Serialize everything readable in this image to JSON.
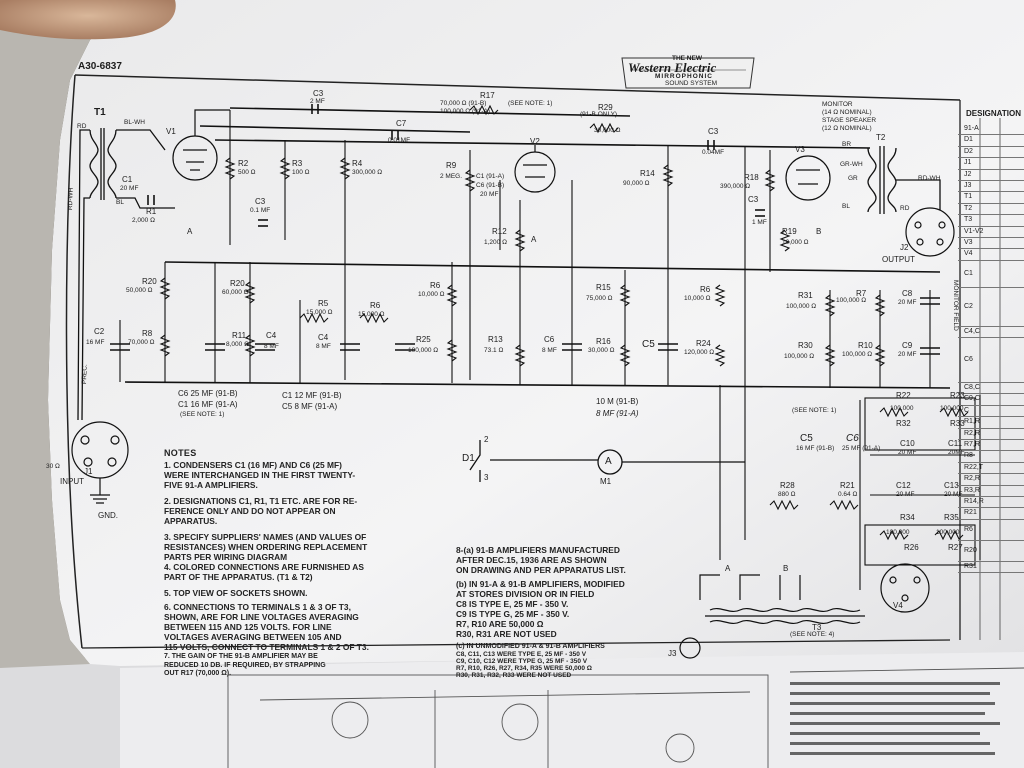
{
  "doc": {
    "drawing_number": "A30-6837",
    "logo": {
      "line1": "THE NEW",
      "line2": "Western Electric",
      "line3": "MIRROPHONIC",
      "line4": "SOUND SYSTEM"
    },
    "table_header": "DESIGNATION",
    "table_rows": [
      "91-A",
      "D1",
      "D2",
      "J1",
      "J2",
      "J3",
      "T1",
      "T2",
      "T3",
      "V1-V2",
      "V3",
      "V4",
      "C1",
      "C2",
      "C4,C",
      "C6",
      "C8,C",
      "C9,C",
      "C",
      "R1,R",
      "R2,R",
      "R7,R",
      "R8",
      "R22,T",
      "R2,R",
      "R3,R",
      "R14,R",
      "R21",
      "R6",
      "R20",
      "R31"
    ]
  },
  "components": {
    "T1": "T1",
    "RD": "RD",
    "BL_WH": "BL-WH",
    "BL": "BL",
    "RD_WH": "RD-WH",
    "V1": "V1",
    "V2": "V2",
    "V3": "V3",
    "V4": "V4",
    "C1": "C1",
    "C1_val": "20 MF",
    "R1": "R1",
    "R1_val": "2,000 Ω",
    "C3_top": "C3",
    "C3_top_val": "2 MF",
    "R2": "R2",
    "R2_val": "500 Ω",
    "R3": "R3",
    "R3_val": "100 Ω",
    "C3b": "C3",
    "C3b_val": "0.1 MF",
    "C7": "C7",
    "C7_val": "0.01MF",
    "R4": "R4",
    "R4_val": "300,000 Ω",
    "R17": "R17",
    "R17_val1": "70,000 Ω (91-B)",
    "R17_val2": "100,000 Ω (91-A)",
    "R17_note": "(SEE NOTE: 1)",
    "R9": "R9",
    "R9_val": "2 MEG.",
    "C1b": "C1 (91-A)",
    "C6b": "C6 (91-B)",
    "C_val": "20 MF",
    "R29": "R29",
    "R29_note": "(91-B ONLY)",
    "R29_val": "30,000 Ω",
    "C3c": "C3",
    "C3c_val": "0.04MF",
    "R14": "R14",
    "R14_val": "90,000 Ω",
    "R18": "R18",
    "R18_val": "390,000 Ω",
    "C3d": "C3",
    "C3d_val": "1 MF",
    "R19": "R19",
    "R19_val": "10,000 Ω",
    "R12": "R12",
    "R12_val": "1,200 Ω",
    "A": "A",
    "B": "B",
    "monitor": "MONITOR",
    "monitor_ohms": "(14 Ω NOMINAL)",
    "stage_speaker": "STAGE SPEAKER",
    "stage_ohms": "(12 Ω NOMINAL)",
    "T2": "T2",
    "GR": "GR",
    "BR": "BR",
    "GR_WH": "GR-WH",
    "RD_WH2": "RD-WH",
    "BL2": "BL",
    "RD2": "RD",
    "J2": "J2",
    "output": "OUTPUT",
    "monitor_field": "MONITOR FIELD",
    "R20": "R20",
    "R20_val": "50,000 Ω",
    "R20b": "R20",
    "R20b_val": "60,000 Ω",
    "R5": "R5",
    "R5_val": "15,000 Ω",
    "R6a": "R6",
    "R6a_val": "15,000 Ω",
    "R6": "R6",
    "R6_val": "10,000 Ω",
    "R15": "R15",
    "R15_val": "75,000 Ω",
    "R6c": "R6",
    "R6c_val": "10,000 Ω",
    "R31": "R31",
    "R31_val": "100,000 Ω",
    "R7": "R7",
    "R7_val": "100,000 Ω",
    "C8": "C8",
    "C8_val": "20 MF",
    "C2": "C2",
    "C2_val": "16 MF",
    "R8": "R8",
    "R8_val": "70,000 Ω",
    "R11": "R11",
    "R11_val": "8,000 Ω",
    "C4": "C4",
    "C4_val": "8 MF",
    "C4b": "C4",
    "C4b_val": "8 MF",
    "R25": "R25",
    "R25_val": "100,000 Ω",
    "R13": "R13",
    "R13_val": "73.1 Ω",
    "C6": "C6",
    "C6_val": "8 MF",
    "R16": "R16",
    "R16_val": "30,000 Ω",
    "C5": "C5",
    "R24": "R24",
    "R24_val": "120,000 Ω",
    "R30": "R30",
    "R30_val": "100,000 Ω",
    "R10": "R10",
    "R10_val": "100,000 Ω",
    "C9": "C9",
    "C9_val": "20 MF",
    "C6_note1": "C6 25 MF (91-B)",
    "C6_note2": "C1 16 MF (91-A)",
    "C6_note3": "(SEE NOTE: 1)",
    "C1_note1": "C1 12 MF (91-B)",
    "C1_note2": "C5 8 MF (91-A)",
    "C5_note1": "10 M (91-B)",
    "C5_note2": "8 MF (91-A)",
    "R22": "R22",
    "R22_val": "100,000",
    "R23": "R23",
    "R23_val": "100,000",
    "R32": "R32",
    "R33": "R33",
    "C10": "C10",
    "C10_val": "20 MF",
    "C11": "C11",
    "C11_val": "20MF",
    "C5b": "C5",
    "C5b_val": "16 MF (91-B)",
    "C6c": "C6",
    "C6c_val": "25 MF (91-A)",
    "see_note": "(SEE NOTE: 1)",
    "R28": "R28",
    "R28_val": "880 Ω",
    "R21": "R21",
    "R21_val": "0.64 Ω",
    "C12": "C12",
    "C12_val": "20 MF",
    "C13": "C13",
    "C13_val": "20 MF",
    "R34": "R34",
    "R34_val": "100,000",
    "R26": "R26",
    "R35": "R35",
    "R35_val": "100,000",
    "R27": "R27",
    "J1": "J1",
    "input": "INPUT",
    "gnd": "GND.",
    "prec": "PREC.",
    "ohms30": "30 Ω",
    "D1": "D1",
    "M1": "M1",
    "meter": "A",
    "sw2": "2",
    "sw3": "3",
    "T3": "T3",
    "T3_note": "(SEE NOTE: 4)",
    "J3": "J3",
    "A2": "A",
    "B2": "B"
  },
  "notes": {
    "title": "NOTES",
    "n1": [
      "1.  CONDENSERS C1 (16 MF) AND C6 (25 MF)",
      "     WERE INTERCHANGED IN THE FIRST TWENTY-",
      "     FIVE 91-A AMPLIFIERS."
    ],
    "n2": [
      "2.  DESIGNATIONS C1, R1, T1 ETC. ARE FOR RE-",
      "     FERENCE ONLY AND DO NOT APPEAR ON",
      "     APPARATUS."
    ],
    "n3": [
      "3.  SPECIFY SUPPLIERS' NAMES (AND VALUES OF",
      "     RESISTANCES) WHEN ORDERING REPLACEMENT",
      "     PARTS PER WIRING DIAGRAM"
    ],
    "n4": [
      "4.  COLORED CONNECTIONS ARE FURNISHED AS",
      "     PART OF THE APPARATUS. (T1 & T2)"
    ],
    "n5": [
      "5.  TOP VIEW OF SOCKETS SHOWN."
    ],
    "n6": [
      "6.  CONNECTIONS TO TERMINALS 1 & 3 OF T3,",
      "     SHOWN, ARE FOR LINE VOLTAGES AVERAGING",
      "     BETWEEN 115 AND 125 VOLTS. FOR LINE",
      "     VOLTAGES AVERAGING BETWEEN 105 AND",
      "     115 VOLTS, CONNECT TO TERMINALS 1 & 2 OF T3."
    ],
    "n7": [
      "7.  THE GAIN OF THE 91-B AMPLIFIER MAY BE",
      "     REDUCED 10 DB. IF REQUIRED, BY STRAPPING",
      "     OUT R17 (70,000 Ω)."
    ],
    "n8a": [
      "8-(a)  91-B AMPLIFIERS MANUFACTURED",
      "          AFTER DEC.15, 1936 ARE AS SHOWN",
      "          ON DRAWING AND PER APPARATUS LIST."
    ],
    "n8b": [
      "(b)  IN 91-A & 91-B AMPLIFIERS, MODIFIED",
      "       AT STORES DIVISION OR IN FIELD",
      "       C8 IS TYPE E, 25 MF - 350 V.",
      "       C9 IS TYPE G, 25 MF - 350 V.",
      "       R7, R10 ARE 50,000 Ω",
      "       R30, R31 ARE NOT USED"
    ],
    "n8c": [
      "(c)  IN UNMODIFIED 91-A & 91-B AMPLIFIERS",
      "       C8, C11, C13 WERE TYPE E, 25 MF - 350 V",
      "       C9, C10, C12 WERE TYPE G, 25 MF - 350 V",
      "       R7, R10, R26, R27, R34, R35 WERE 50,000 Ω",
      "       R30, R31, R32, R33 WERE NOT USED"
    ]
  }
}
